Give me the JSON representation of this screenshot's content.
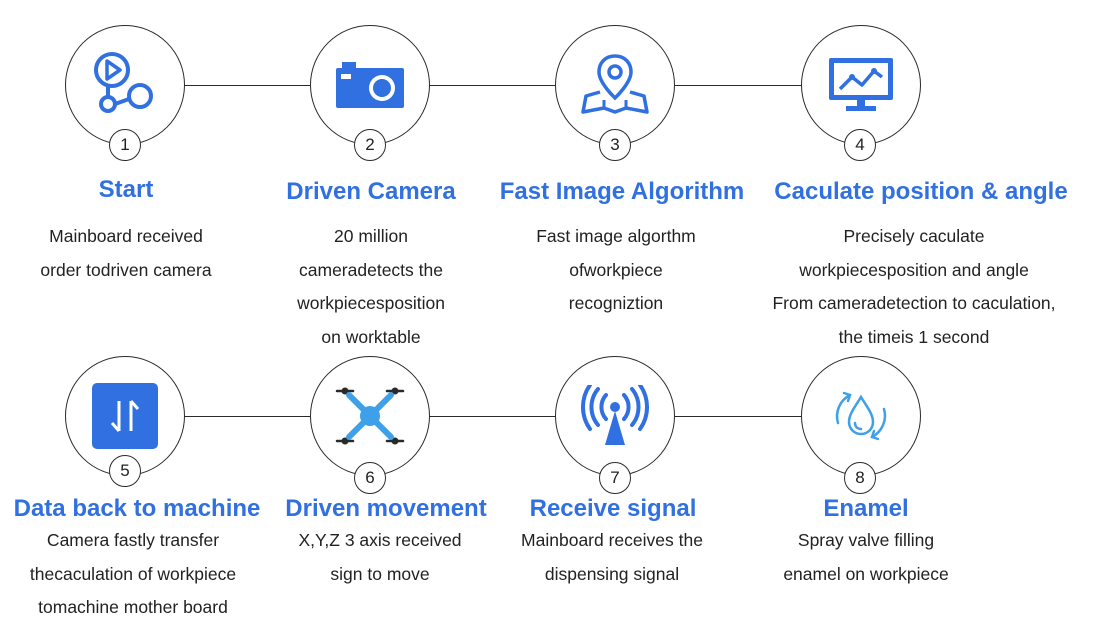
{
  "accent": "#3170e0",
  "steps": [
    {
      "number": "1",
      "icon": "play-flow-icon",
      "title": "Start",
      "lines": [
        "Mainboard received",
        "order todriven camera"
      ]
    },
    {
      "number": "2",
      "icon": "camera-icon",
      "title": "Driven Camera",
      "lines": [
        "20 million",
        "cameradetects the",
        "workpiecesposition",
        "on worktable"
      ]
    },
    {
      "number": "3",
      "icon": "map-pin-icon",
      "title": "Fast Image Algorithm",
      "lines": [
        "Fast image algorthm",
        "ofworkpiece",
        "recogniztion"
      ]
    },
    {
      "number": "4",
      "icon": "monitor-chart-icon",
      "title": "Caculate position & angle",
      "lines": [
        "Precisely caculate",
        "workpiecesposition and angle",
        "From cameradetection to caculation,",
        "the timeis 1 second"
      ]
    },
    {
      "number": "5",
      "icon": "data-transfer-icon",
      "title": "Data back to machine",
      "lines": [
        "Camera fastly transfer",
        "thecaculation of workpiece",
        "tomachine mother board"
      ]
    },
    {
      "number": "6",
      "icon": "drone-icon",
      "title": "Driven movement",
      "lines": [
        "X,Y,Z 3 axis received",
        "sign to move"
      ]
    },
    {
      "number": "7",
      "icon": "signal-tower-icon",
      "title": "Receive signal",
      "lines": [
        "Mainboard receives the",
        "dispensing signal"
      ]
    },
    {
      "number": "8",
      "icon": "water-drop-cycle-icon",
      "title": "Enamel",
      "lines": [
        "Spray valve filling",
        "enamel on workpiece"
      ]
    }
  ]
}
